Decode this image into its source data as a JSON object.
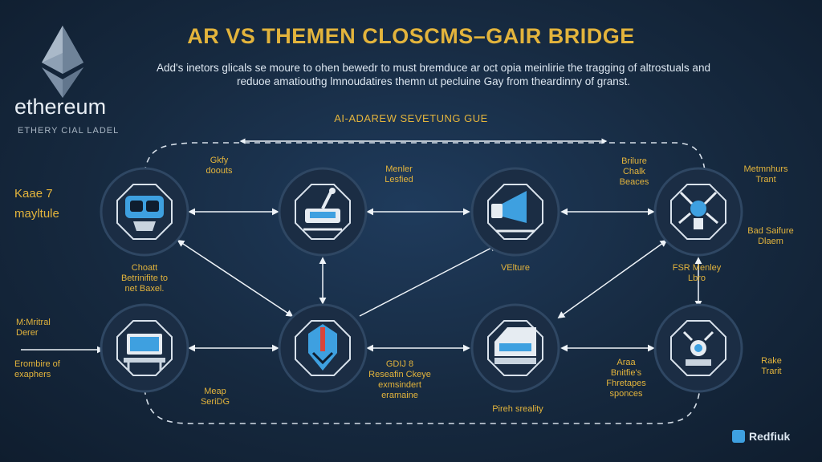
{
  "header": {
    "title": "AR VS THEMEN CLOSCMS–GAIR BRIDGE",
    "subtitle_line1": "Add's inetors glicals se moure to ohen bewedr to must bremduce ar oct opia meinlirie the tragging of altrostuals and",
    "subtitle_line2": "reduoe amatiouthg lmnoudatires themn ut pecluine Gay from theardinny of granst."
  },
  "logo": {
    "wordmark": "ethereum",
    "tagline": "ETHERY CIAL LADEL"
  },
  "diagram": {
    "section_label": "AI-ADAREW SEVETUNG GUE",
    "side_label_line1": "Kaae 7",
    "side_label_line2": "mayltule",
    "input_label_line1": "M:Mritral",
    "input_label_line2": "Derer",
    "input_sub_line1": "Erombire of",
    "input_sub_line2": "exaphers",
    "labels": {
      "n1_top_1": "Gkfy",
      "n1_top_2": "doouts",
      "n1_bottom_1": "Choatt",
      "n1_bottom_2": "Betrinifite to",
      "n1_bottom_3": "net Baxel.",
      "n2_top_1": "Menler",
      "n2_top_2": "Lesfied",
      "n3_bottom": "VElture",
      "n4_left_1": "Brilure",
      "n4_left_2": "Chalk",
      "n4_left_3": "Beaces",
      "n4_right_1": "Metmnhurs",
      "n4_right_2": "Trant",
      "n4_mid_1": "Bad Saifure",
      "n4_mid_2": "Dlaem",
      "n4_bottom_1": "FSR Menley",
      "n4_bottom_2": "Lbro",
      "n5_bottom_1": "Meap",
      "n5_bottom_2": "SeriDG",
      "n6_right_1": "GDIJ 8",
      "n6_right_2": "Reseafin Ckeye",
      "n6_right_3": "exmsindert",
      "n6_right_4": "eramaine",
      "n7_bottom": "Pireh sreality",
      "n7_right_1": "Araa",
      "n7_right_2": "Bnitfie's",
      "n7_right_3": "Fhretapes",
      "n7_right_4": "sponces",
      "n8_right_1": "Rake",
      "n8_right_2": "Trarit"
    },
    "nodes": [
      {
        "id": "n1",
        "icon": "ar-headset-icon",
        "row": 1,
        "col": 1
      },
      {
        "id": "n2",
        "icon": "scanner-device-icon",
        "row": 1,
        "col": 2
      },
      {
        "id": "n3",
        "icon": "projector-icon",
        "row": 1,
        "col": 3
      },
      {
        "id": "n4",
        "icon": "robot-arm-icon",
        "row": 1,
        "col": 4
      },
      {
        "id": "n5",
        "icon": "workstation-icon",
        "row": 2,
        "col": 1
      },
      {
        "id": "n6",
        "icon": "shield-chip-icon",
        "row": 2,
        "col": 2
      },
      {
        "id": "n7",
        "icon": "printer-machine-icon",
        "row": 2,
        "col": 3
      },
      {
        "id": "n8",
        "icon": "lab-microscope-icon",
        "row": 2,
        "col": 4
      }
    ],
    "colors": {
      "accent_gold": "#e3b43c",
      "node_fill": "#1b2d44",
      "node_border": "#2f4763",
      "icon_blue": "#3ea0e0",
      "arrow": "#eef3f8"
    }
  },
  "brand": {
    "label": "Redfiuk"
  }
}
